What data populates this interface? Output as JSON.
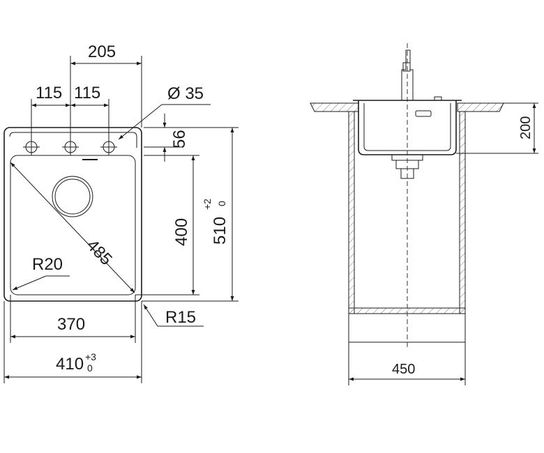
{
  "top_view": {
    "dim_overall_tap_spacing": "205",
    "dim_tap_spacing_left": "115",
    "dim_tap_spacing_right": "115",
    "dim_tap_hole_diameter": "Ø 35",
    "dim_tap_offset": "56",
    "dim_bowl_depth_length": "400",
    "dim_overall_length": "510",
    "dim_overall_length_tol_upper": "+2",
    "dim_overall_length_tol_lower": "0",
    "dim_diagonal": "485",
    "dim_inner_radius": "R20",
    "dim_outer_radius": "R15",
    "dim_bowl_width": "370",
    "dim_overall_width": "410",
    "dim_overall_width_tol_upper": "+3",
    "dim_overall_width_tol_lower": "0"
  },
  "side_view": {
    "dim_bowl_depth": "200",
    "dim_cabinet_width": "450"
  }
}
